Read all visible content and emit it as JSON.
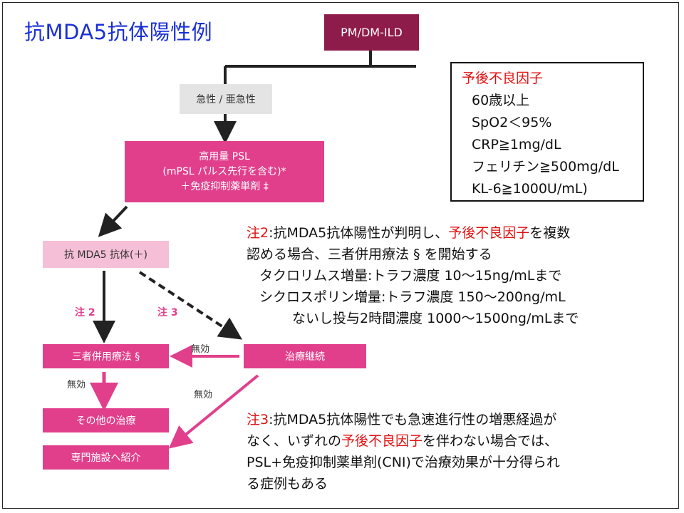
{
  "title": "抗MDA5抗体陽性例",
  "nodes": {
    "top": "PM/DM-ILD",
    "acute": "急性 / 亜急性",
    "psl_line1": "高用量 PSL",
    "psl_line2": "(mPSL パルス先行を含む)*",
    "psl_line3": "＋免疫抑制薬単剤 ‡",
    "anti": "抗 MDA5 抗体(＋)",
    "triple": "三者併用療法 §",
    "cont": "治療継続",
    "other": "その他の治療",
    "refer": "専門施設へ紹介"
  },
  "edge_labels": {
    "note2": "注 2",
    "note3": "注 3",
    "ineffective_1": "無効",
    "ineffective_2": "無効",
    "ineffective_3": "無効"
  },
  "factors": {
    "heading": "予後不良因子",
    "items": [
      "60歳以上",
      "SpO2＜95%",
      "CRP≧1mg/dL",
      "フェリチン≧500mg/dL",
      "KL-6≧1000U/mL)"
    ]
  },
  "note2": {
    "label": "注2",
    "t1": ":抗MDA5抗体陽性が判明し、",
    "red1": "予後不良因子",
    "t2": "を複数",
    "line2": "認める場合、三者併用療法 § を開始する",
    "line3": "タクロリムス増量:トラフ濃度 10～15ng/mLまで",
    "line4": "シクロスポリン増量:トラフ濃度 150～200ng/mL",
    "line5": "ないし投与2時間濃度 1000～1500ng/mLまで"
  },
  "note3": {
    "label": "注3",
    "t1": ":抗MDA5抗体陽性でも急速進行性の増悪経過が",
    "line2a": "なく、いずれの",
    "red1": "予後不良因子",
    "line2b": "を伴わない場合では、",
    "line3": "PSL+免疫抑制薬単剤(CNI)で治療効果が十分得られ",
    "line4": "る症例もある"
  },
  "colors": {
    "title": "#1a2fd6",
    "top_node": "#8e1c4a",
    "pink_node": "#e13f8c",
    "light_pink": "#f5bfd7",
    "red_text": "#e01010"
  }
}
